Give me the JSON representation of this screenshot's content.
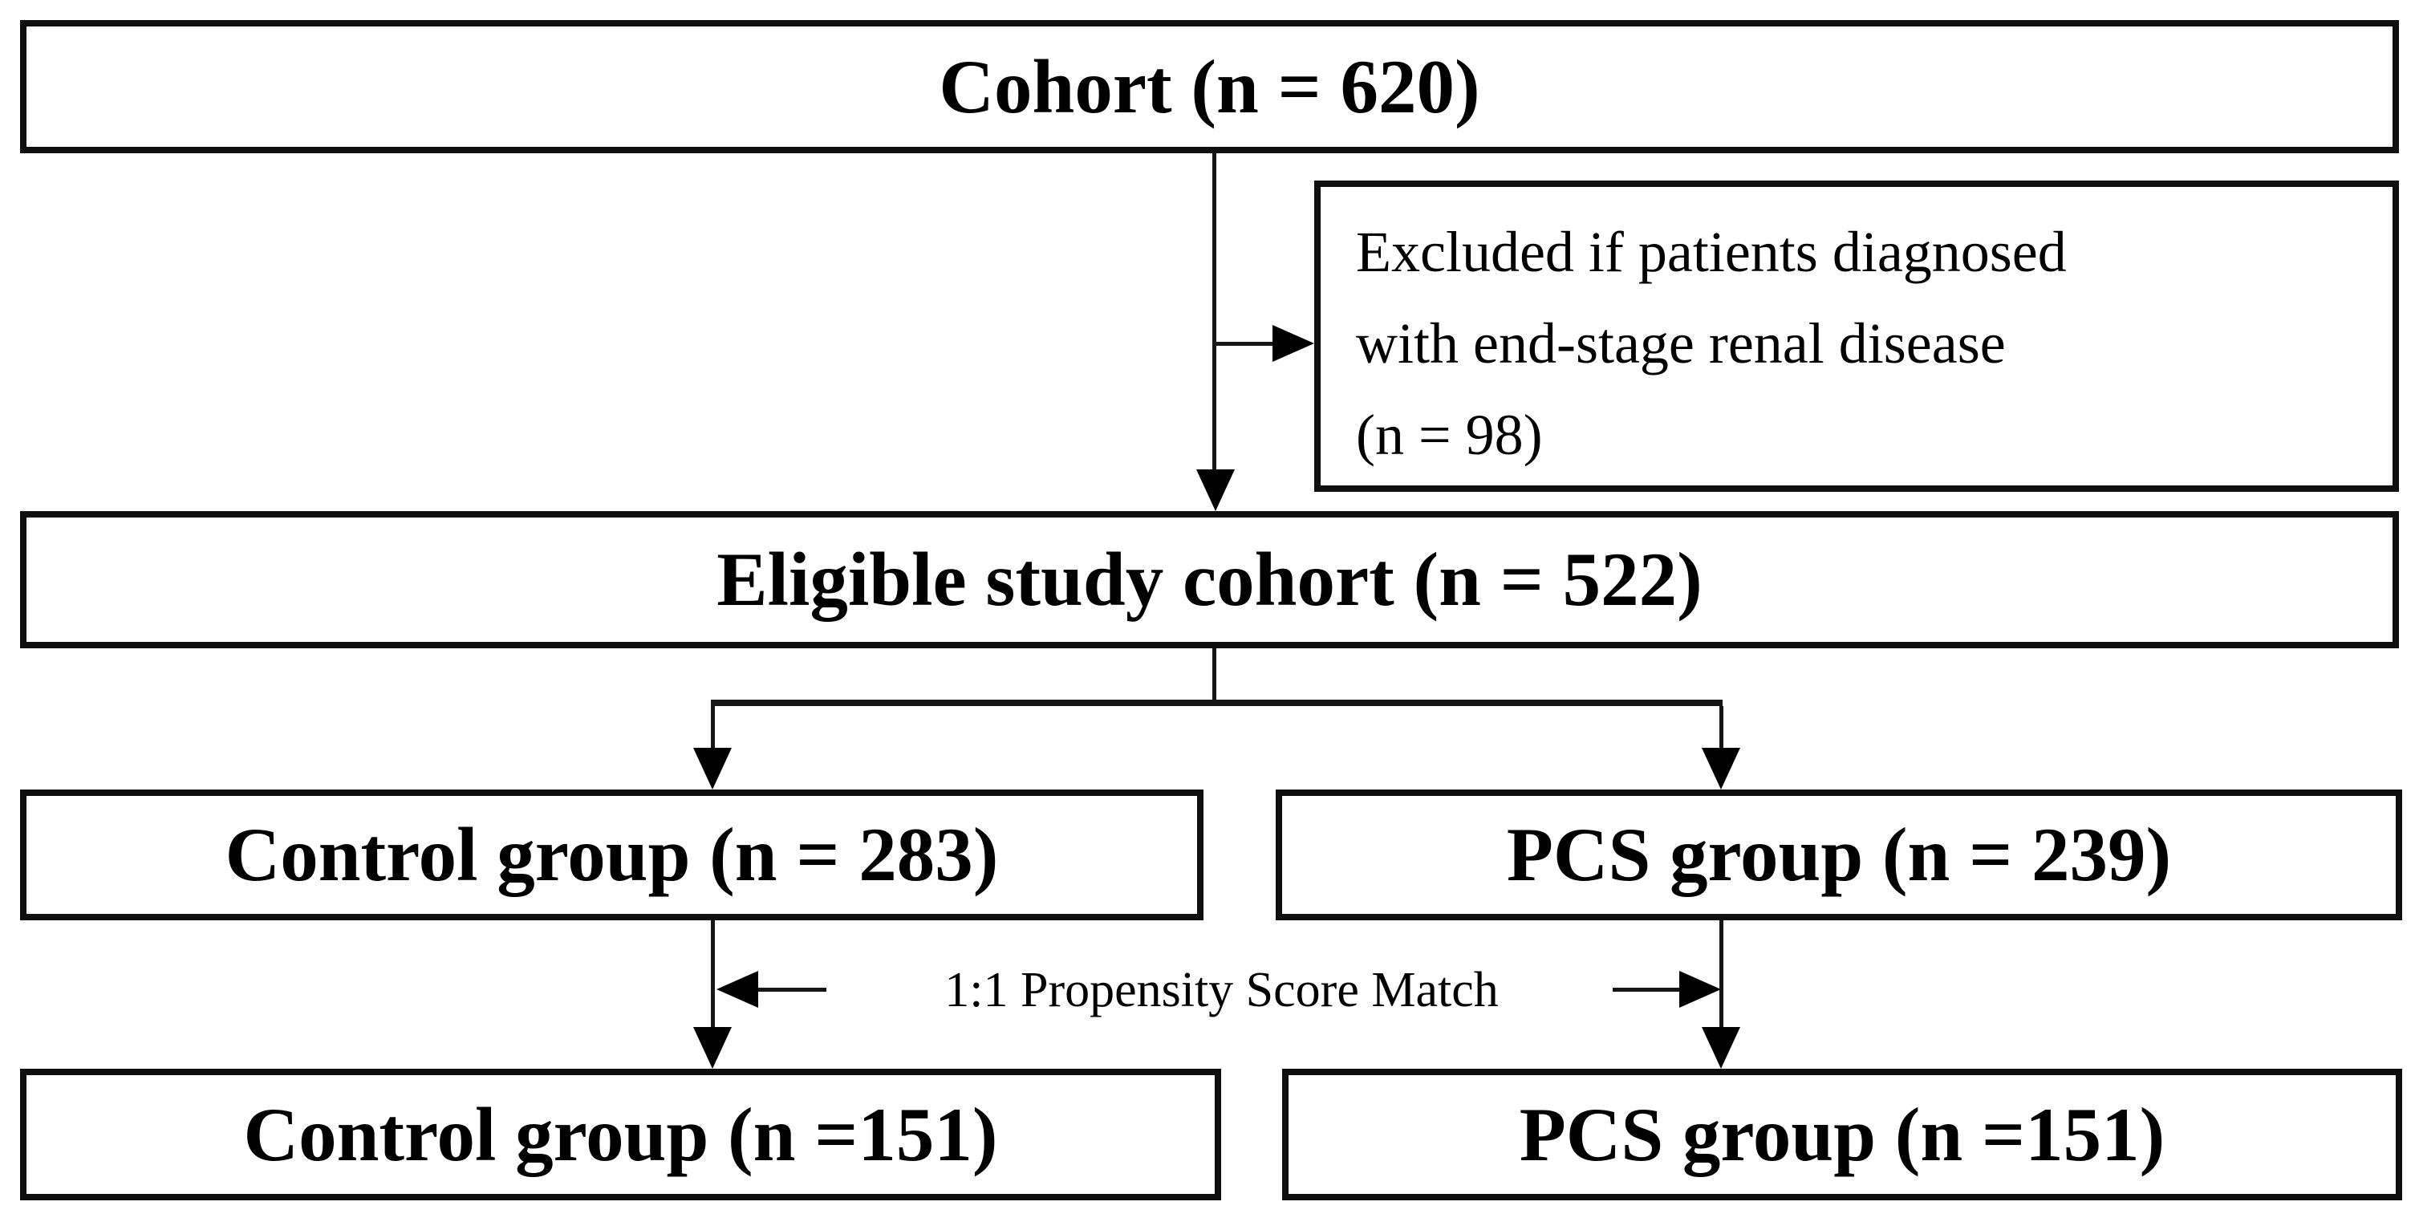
{
  "figure": {
    "type": "flowchart",
    "background": "#ffffff",
    "border_color": "#0f0f0f",
    "line_color": "#161616",
    "text_color": "#000000"
  },
  "boxes": {
    "cohort": {
      "label": "Cohort (n = 620)"
    },
    "excluded": {
      "lines": [
        "Excluded if patients diagnosed",
        "with end-stage renal disease",
        "(n = 98)"
      ]
    },
    "eligible": {
      "label": "Eligible study cohort (n = 522)"
    },
    "control_unmatched": {
      "label": "Control group (n = 283)"
    },
    "pcs_unmatched": {
      "label": "PCS group (n = 239)"
    },
    "control_matched": {
      "label": "Control group (n =151)"
    },
    "pcs_matched": {
      "label": "PCS group (n =151)"
    }
  },
  "annotations": {
    "match_label": "1:1 Propensity Score Match"
  }
}
